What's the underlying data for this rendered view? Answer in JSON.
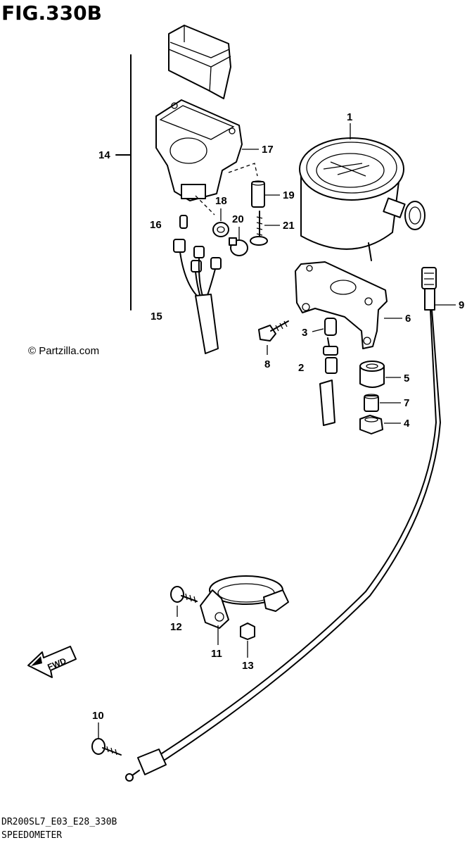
{
  "figure_title": "FIG.330B",
  "watermark": "© Partzilla.com",
  "fwd_badge": "FWD",
  "footer": {
    "model_code": "DR200SL7_E03_E28_330B",
    "section_name": "SPEEDOMETER"
  },
  "callouts": {
    "c1": "1",
    "c2": "2",
    "c3": "3",
    "c4": "4",
    "c5": "5",
    "c6": "6",
    "c7": "7",
    "c8": "8",
    "c9": "9",
    "c10": "10",
    "c11": "11",
    "c12": "12",
    "c13": "13",
    "c14": "14",
    "c15": "15",
    "c16": "16",
    "c17": "17",
    "c18": "18",
    "c19": "19",
    "c20": "20",
    "c21": "21"
  }
}
